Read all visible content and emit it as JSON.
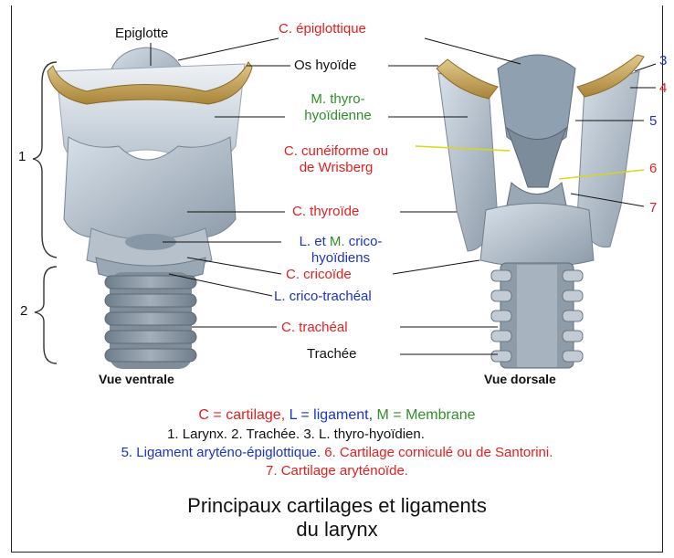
{
  "labels": {
    "epiglotte": "Epiglotte",
    "c_epiglottique": "C. épiglottique",
    "os_hyoide": "Os hyoïde",
    "m_thyro_1": "M. thyro-",
    "m_thyro_2": "hyoïdienne",
    "c_cuneiforme_1": "C. cunéiforme ou",
    "c_cuneiforme_2": "de Wrisberg",
    "c_thyroide": "C. thyroïde",
    "l_m_crico_1a": "L. et",
    "l_m_crico_1b": "M.",
    "l_m_crico_1c": "crico-",
    "l_m_crico_2": "hyoïdiens",
    "c_cricoide": "C. cricoïde",
    "l_crico_tracheal": "L. crico-trachéal",
    "c_tracheal": "C. trachéal",
    "trachee": "Trachée",
    "group_1": "1",
    "group_2": "2",
    "n3": "3",
    "n4": "4",
    "n5": "5",
    "n6": "6",
    "n7": "7",
    "vue_ventrale": "Vue ventrale",
    "vue_dorsale": "Vue dorsale"
  },
  "legend": {
    "c_def": "C = cartilage,",
    "l_def": "L = ligament,",
    "m_def": "M = Membrane",
    "line2": "1. Larynx.   2.  Trachée. 3. L. thyro-hyoïdien.",
    "line3_blue": "5. Ligament aryténo-épiglottique.",
    "line3_red": "6. Cartilage corniculé ou de Santorini.",
    "line4": "7. Cartilage aryténoïde."
  },
  "title": {
    "line1": "Principaux cartilages et ligaments",
    "line2": "du larynx"
  },
  "colors": {
    "cartilage": "#e32020",
    "ligament": "#1b33c8",
    "membrane": "#2f8f2a",
    "bone": "#c9a557",
    "tissue": "#a9b6c3"
  }
}
